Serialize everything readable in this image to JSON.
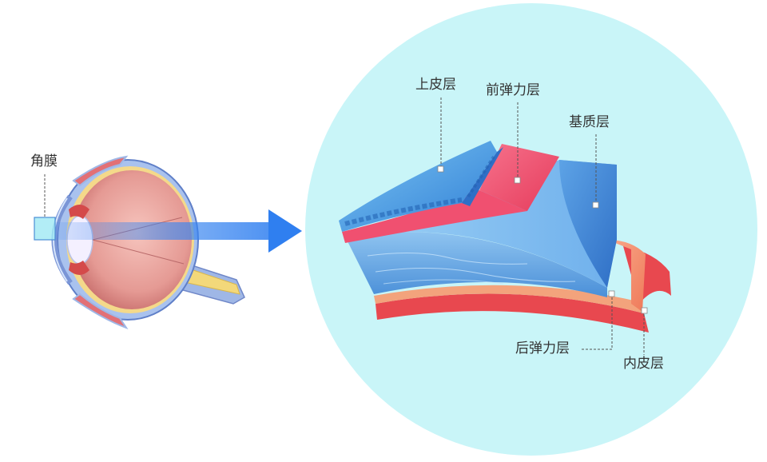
{
  "labels": {
    "cornea": "角膜",
    "epithelium": "上皮层",
    "bowman": "前弹力层",
    "stroma": "基质层",
    "descemet": "后弹力层",
    "endothelium": "内皮层"
  },
  "colors": {
    "circle_bg": "#c9f5f8",
    "arrow": "#3a86f0",
    "epithelium": "#4fa3e6",
    "bowman": "#f05070",
    "stroma": "#5b9fe0",
    "descemet": "#f07860",
    "endothelium": "#e8484f",
    "eyeball": "#e89a96",
    "optic_nerve": "#f3d87a"
  },
  "icons": [
    "eye-cross-section-icon",
    "magnify-arrow-icon",
    "cornea-layers-icon"
  ]
}
